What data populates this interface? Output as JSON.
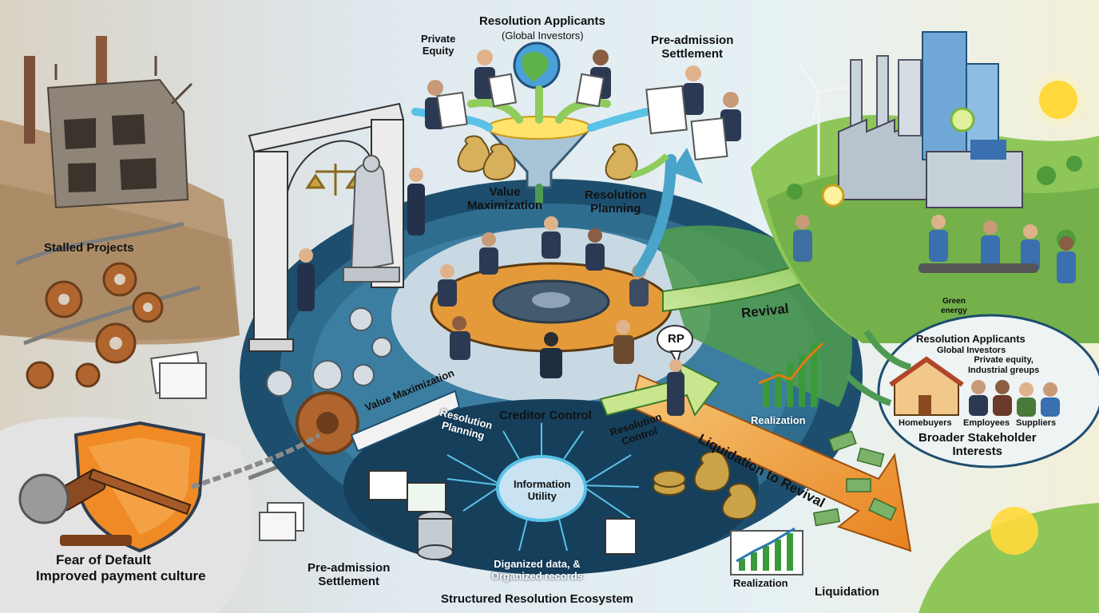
{
  "labels": {
    "stalled_projects": "Stalled Projects",
    "fear_of_default": "Fear of Default",
    "improved_payment_culture": "Improved payment culture",
    "resolution_applicants_top": "Resolution Applicants",
    "global_investors_top": "(Global Investors)",
    "private_equity_top": "Private\nEquity",
    "pre_admission_settlement_top": "Pre-admission\nSettlement",
    "value_maximization_top": "Value\nMaximization",
    "resolution_planning_top": "Resolution\nPlanning",
    "value_maximization_ring": "Value Maximization",
    "resolution_planning_ring": "Resolution\nPlanning",
    "creditor_control": "Creditor Control",
    "resolution_control": "Resolution\nControl",
    "rp_badge": "RP",
    "information_utility": "Information\nUtility",
    "digitized_data": "Diganized data, &\nOrganized records",
    "pre_admission_settlement_bottom": "Pre-admission\nSettlement",
    "structured_resolution_ecosystem": "Structured Resolution Ecosystem",
    "revival": "Revival",
    "realization_mid": "Realization",
    "realization_bottom": "Realization",
    "liquidation": "Liquidation",
    "liquidation_to_revival": "Liquidation to Revival",
    "green_energy": "Green\nenergy",
    "resolution_applicants_right": "Resolution Applicants",
    "global_investors_right": "Global Investors",
    "private_equity_right": "Private equity,\nIndustrial greups",
    "homebuyers": "Homebuyers",
    "employees": "Employees",
    "suppliers": "Suppliers",
    "broader_stakeholder_interests": "Broader Stakeholder\nInterests"
  },
  "colors": {
    "ecosystem_navy": "#1d4e6e",
    "ring_blue": "#2f6d8f",
    "table_orange": "#e59a3a",
    "revival_green": "#8fcc5c",
    "liquidation_orange": "#f0a042",
    "shield_orange": "#f08a24",
    "ruin_brown": "#8a6a4a"
  },
  "icons": [
    "scales-of-justice-icon",
    "lady-justice-statue-icon",
    "globe-icon",
    "funnel-icon",
    "money-bag-icon",
    "gear-icon",
    "chain-icon",
    "gavel-icon",
    "shield-icon",
    "database-icon",
    "document-icon",
    "bar-chart-icon",
    "lightbulb-icon",
    "wind-turbine-icon",
    "sun-icon",
    "house-icon",
    "factory-icon"
  ]
}
